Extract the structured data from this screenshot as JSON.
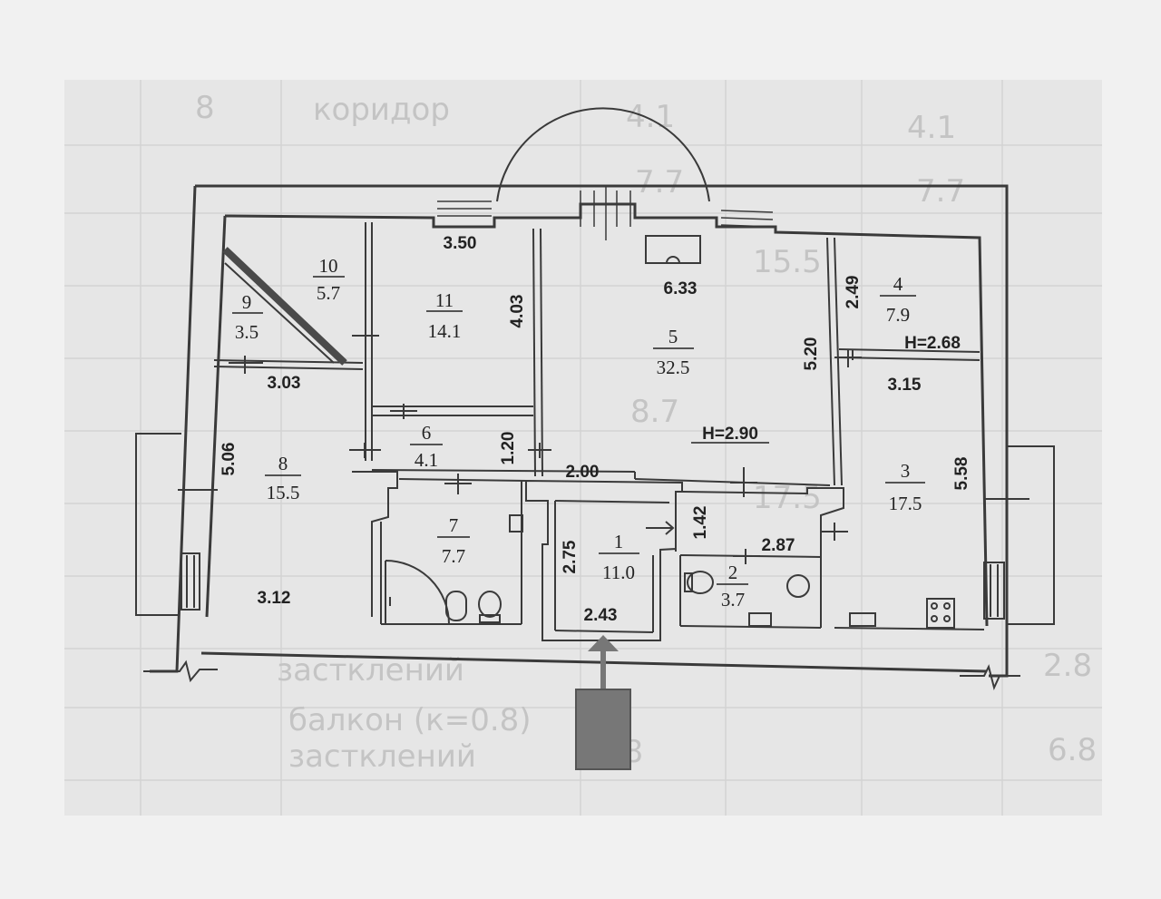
{
  "background_table": {
    "cells": [
      "8",
      "коридор",
      "4.1",
      "4.1",
      "7.7",
      "7.7",
      "15.5",
      "8.7",
      "17.5",
      "2.8",
      "балкон (к=0.8)",
      "застклений",
      "застклений",
      "5.8",
      "6.8"
    ]
  },
  "rooms": [
    {
      "id": "r1",
      "number": "1",
      "area": "11.0"
    },
    {
      "id": "r2",
      "number": "2",
      "area": "3.7"
    },
    {
      "id": "r3",
      "number": "3",
      "area": "17.5"
    },
    {
      "id": "r4",
      "number": "4",
      "area": "7.9"
    },
    {
      "id": "r5",
      "number": "5",
      "area": "32.5"
    },
    {
      "id": "r6",
      "number": "6",
      "area": "4.1"
    },
    {
      "id": "r7",
      "number": "7",
      "area": "7.7"
    },
    {
      "id": "r8",
      "number": "8",
      "area": "15.5"
    },
    {
      "id": "r9",
      "number": "9",
      "area": "3.5"
    },
    {
      "id": "r10",
      "number": "10",
      "area": "5.7"
    },
    {
      "id": "r11",
      "number": "11",
      "area": "14.1"
    }
  ],
  "dimensions": {
    "d_3_50": "3.50",
    "d_6_33": "6.33",
    "d_4_03": "4.03",
    "d_2_49": "2.49",
    "d_5_20": "5.20",
    "d_3_03": "3.03",
    "d_3_15": "3.15",
    "d_1_20": "1.20",
    "d_2_00": "2.00",
    "d_5_06": "5.06",
    "d_5_58": "5.58",
    "d_1_42": "1.42",
    "d_2_87": "2.87",
    "d_2_75": "2.75",
    "d_2_43": "2.43",
    "d_3_12": "3.12"
  },
  "heights": {
    "h_main": "H=2.90",
    "h_room4": "H=2.68"
  },
  "colors": {
    "page": "#f1f1f1",
    "paper": "#e6e6e6",
    "line": "#3a3a3a",
    "ghost_text": "#c4c4c4",
    "entrance_marker": "#777777"
  }
}
